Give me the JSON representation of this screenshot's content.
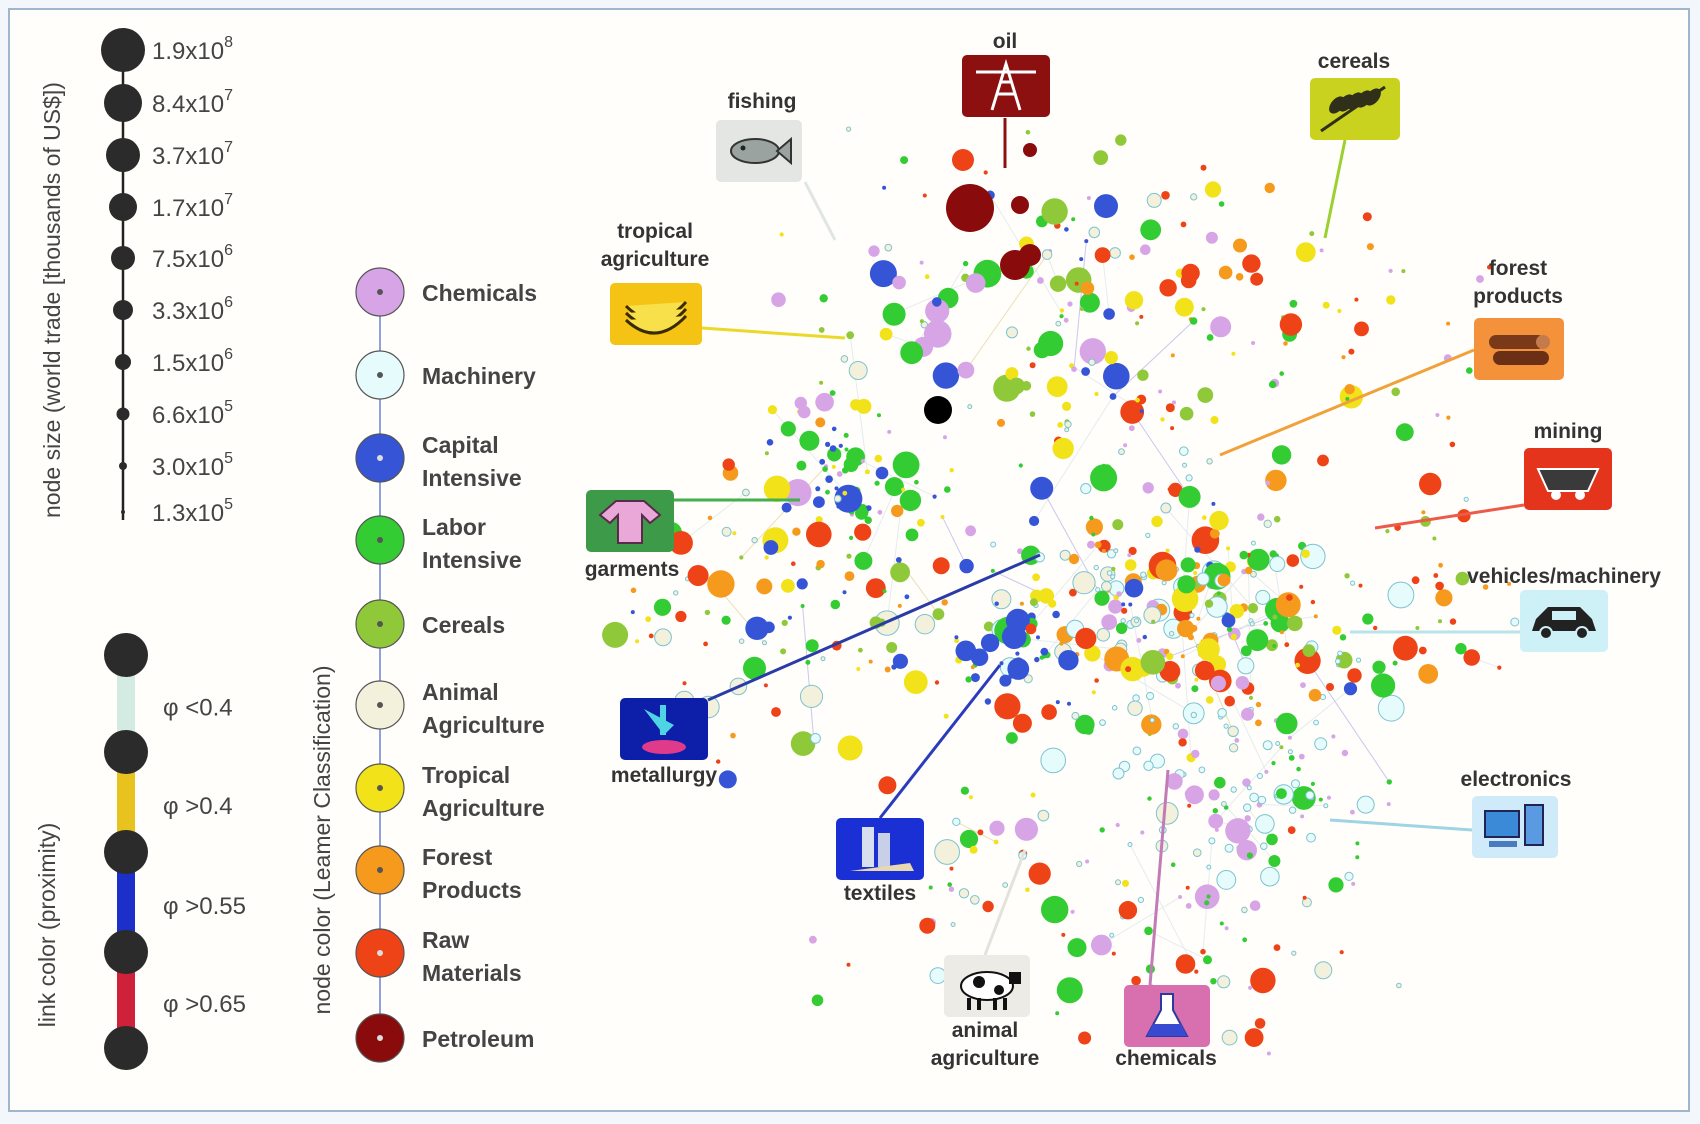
{
  "node_size": {
    "axis_label": "node size (world trade [thousands of US$])",
    "items": [
      {
        "base": "1.9x10",
        "exp": "8"
      },
      {
        "base": "8.4x10",
        "exp": "7"
      },
      {
        "base": "3.7x10",
        "exp": "7"
      },
      {
        "base": "1.7x10",
        "exp": "7"
      },
      {
        "base": "7.5x10",
        "exp": "6"
      },
      {
        "base": "3.3x10",
        "exp": "6"
      },
      {
        "base": "1.5x10",
        "exp": "6"
      },
      {
        "base": "6.6x10",
        "exp": "5"
      },
      {
        "base": "3.0x10",
        "exp": "5"
      },
      {
        "base": "1.3x10",
        "exp": "5"
      }
    ]
  },
  "link_color": {
    "axis_label": "link color (proximity)",
    "items": [
      {
        "label": "φ <0.4",
        "color": "#d4ebe4"
      },
      {
        "label": "φ >0.4",
        "color": "#e8c21e"
      },
      {
        "label": "φ >0.55",
        "color": "#1c2fc8"
      },
      {
        "label": "φ >0.65",
        "color": "#d0213a"
      }
    ]
  },
  "node_color": {
    "axis_label": "node color (Leamer Classification)",
    "items": [
      {
        "line1": "Chemicals",
        "line2": "",
        "color": "#d7a4e6"
      },
      {
        "line1": "Machinery",
        "line2": "",
        "color": "#e6fbfb"
      },
      {
        "line1": "Capital",
        "line2": "Intensive",
        "color": "#3555d6"
      },
      {
        "line1": "Labor",
        "line2": "Intensive",
        "color": "#33cc33"
      },
      {
        "line1": "Cereals",
        "line2": "",
        "color": "#8fc93a"
      },
      {
        "line1": "Animal",
        "line2": "Agriculture",
        "color": "#f3f0dc"
      },
      {
        "line1": "Tropical",
        "line2": "Agriculture",
        "color": "#f2e21a"
      },
      {
        "line1": "Forest",
        "line2": "Products",
        "color": "#f59a1c"
      },
      {
        "line1": "Raw",
        "line2": "Materials",
        "color": "#ee4217"
      },
      {
        "line1": "Petroleum",
        "line2": "",
        "color": "#8a0b0b"
      }
    ]
  },
  "callouts": [
    {
      "id": "oil",
      "lines": [
        "oil"
      ],
      "icon": "oil-derrick-icon",
      "box": "#8d1010",
      "link": "#8d1010"
    },
    {
      "id": "fishing",
      "lines": [
        "fishing"
      ],
      "icon": "fish-icon",
      "box": "#e4e6e4",
      "link": "#dfe6e4"
    },
    {
      "id": "cereals",
      "lines": [
        "cereals"
      ],
      "icon": "wheat-icon",
      "box": "#c9d21f",
      "link": "#9ad12f"
    },
    {
      "id": "tropical-agriculture",
      "lines": [
        "tropical",
        "agriculture"
      ],
      "icon": "banana-icon",
      "box": "#f5c313",
      "link": "#ead92a"
    },
    {
      "id": "forest-products",
      "lines": [
        "forest",
        "products"
      ],
      "icon": "logs-icon",
      "box": "#f3923a",
      "link": "#f0a13a"
    },
    {
      "id": "mining",
      "lines": [
        "mining"
      ],
      "icon": "mine-cart-icon",
      "box": "#e4341c",
      "link": "#ee5a4a"
    },
    {
      "id": "garments",
      "lines": [
        "garments"
      ],
      "icon": "shirt-icon",
      "box": "#3c9a48",
      "link": "#43b04c"
    },
    {
      "id": "vehicles-machinery",
      "lines": [
        "vehicles/machinery"
      ],
      "icon": "car-icon",
      "box": "#cdf1f7",
      "link": "#b9e3ea"
    },
    {
      "id": "metallurgy",
      "lines": [
        "metallurgy"
      ],
      "icon": "metallurgy-icon",
      "box": "#0d1ea8",
      "link": "#2a3ba8"
    },
    {
      "id": "textiles",
      "lines": [
        "textiles"
      ],
      "icon": "textile-icon",
      "box": "#1a2fd4",
      "link": "#2a3bbd"
    },
    {
      "id": "electronics",
      "lines": [
        "electronics"
      ],
      "icon": "computer-icon",
      "box": "#cfeaf8",
      "link": "#9ed4e4"
    },
    {
      "id": "animal-agriculture",
      "lines": [
        "animal",
        "agriculture"
      ],
      "icon": "cow-icon",
      "box": "#ecebe6",
      "link": "#e3e2dc"
    },
    {
      "id": "chemicals",
      "lines": [
        "chemicals"
      ],
      "icon": "flask-icon",
      "box": "#d86fae",
      "link": "#c47ab6"
    }
  ]
}
